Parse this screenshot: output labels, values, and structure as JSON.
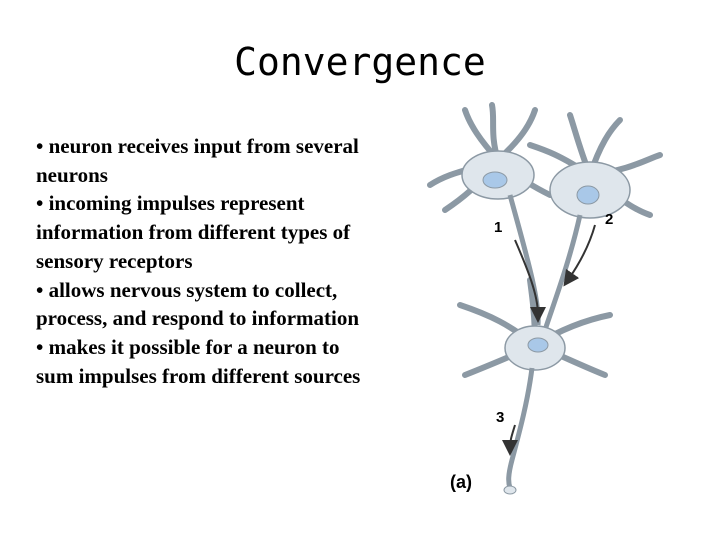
{
  "slide": {
    "title": "Convergence",
    "bullets": [
      "• neuron receives input from several neurons",
      "• incoming impulses represent information from different types of sensory receptors",
      "• allows nervous system to collect, process, and respond to information",
      "• makes it possible for a neuron to sum impulses from different sources"
    ]
  },
  "figure": {
    "labels": {
      "one": "1",
      "two": "2",
      "three": "3",
      "panel": "(a)"
    },
    "colors": {
      "cell": "#dfe6ec",
      "outline": "#8c99a4",
      "nucleus": "#a9c8e8",
      "arrow": "#333333"
    }
  }
}
